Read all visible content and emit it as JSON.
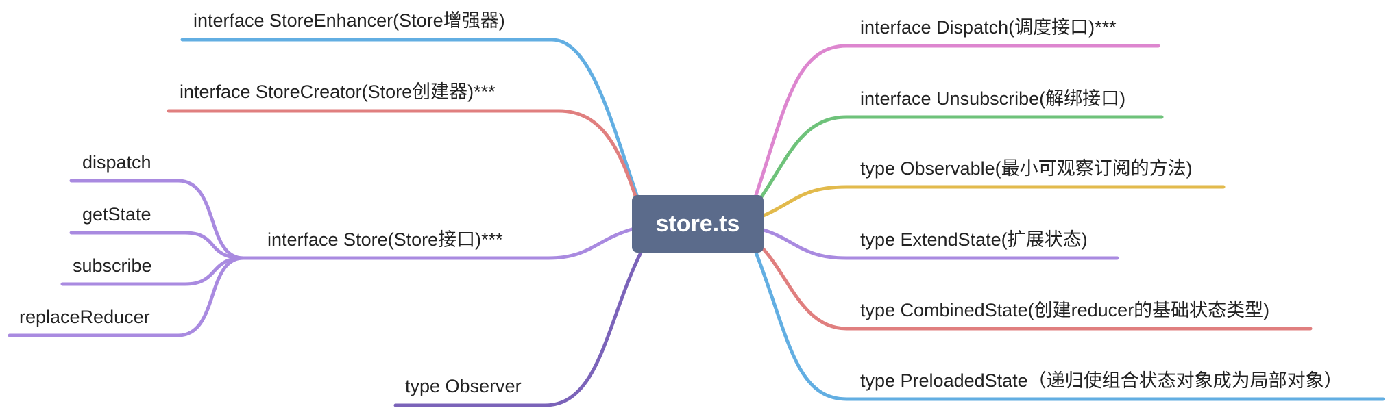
{
  "root": {
    "label": "store.ts",
    "color": "#5b6b8b"
  },
  "left": {
    "enhancer": {
      "label": "interface StoreEnhancer(Store增强器)",
      "color": "#62aee2"
    },
    "creator": {
      "label": "interface StoreCreator(Store创建器)***",
      "color": "#e07f7f"
    },
    "store": {
      "label": "interface Store(Store接口)***",
      "color": "#a98ae0",
      "children": [
        {
          "label": "dispatch"
        },
        {
          "label": "getState"
        },
        {
          "label": "subscribe"
        },
        {
          "label": "replaceReducer"
        }
      ]
    },
    "observer": {
      "label": "type Observer",
      "color": "#7b63b9"
    }
  },
  "right": [
    {
      "label": "interface Dispatch(调度接口)***",
      "color": "#dd86cf"
    },
    {
      "label": "interface Unsubscribe(解绑接口)",
      "color": "#6ec27a"
    },
    {
      "label": "type Observable(最小可观察订阅的方法)",
      "color": "#e2ba4c"
    },
    {
      "label": "type ExtendState(扩展状态)",
      "color": "#a98ae0"
    },
    {
      "label": "type CombinedState(创建reducer的基础状态类型)",
      "color": "#e07f7f"
    },
    {
      "label": "type PreloadedState（递归使组合状态对象成为局部对象）",
      "color": "#62aee2"
    }
  ]
}
